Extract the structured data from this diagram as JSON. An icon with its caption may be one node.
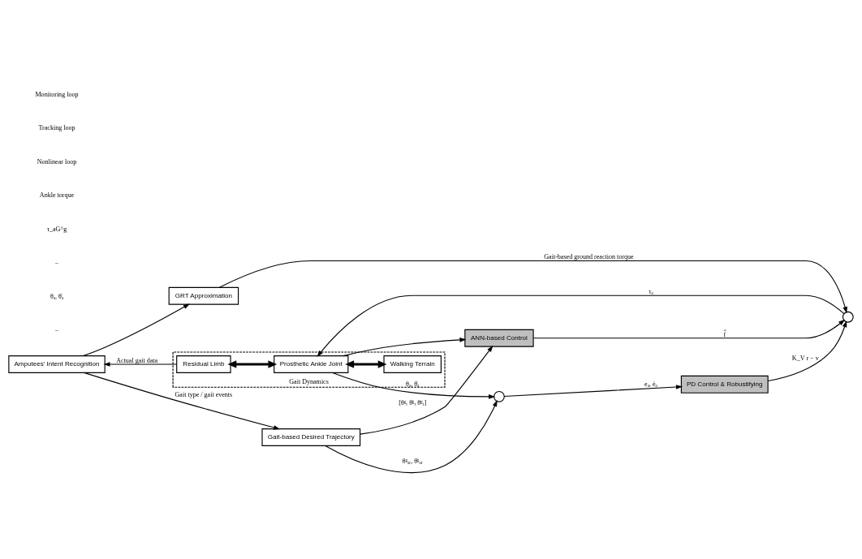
{
  "diagram": {
    "nodes": [
      {
        "text": [
          "GRT Approximation"
        ]
      },
      {
        "text": [
          "Gait-based Desired Trajectory"
        ]
      },
      {
        "text": [],
        "shape": "circle"
      },
      {
        "text": [
          "PD Control & Robustifying"
        ]
      },
      {
        "text": [],
        "shape": "circle"
      },
      {
        "text": [
          "Gait Dynamics"
        ]
      },
      {
        "text": [
          "Residual Limb"
        ],
        "in": 5
      },
      {
        "text": [
          "Prosthetic Ankle Joint"
        ],
        "in": 5
      },
      {
        "text": [
          "Walking Terrain"
        ],
        "in": 5
      },
      {
        "text": [
          "ANN-based Control"
        ]
      },
      {
        "text": [
          "Amputees’ Intent Recognition"
        ]
      }
    ],
    "edges": [
      {
        "from": 10,
        "to": 0,
        "arrow": "to"
      },
      {
        "from": 10,
        "to": 1,
        "arrow": "to",
        "label": "Gait type / gait events"
      },
      {
        "from": 1,
        "to": 2,
        "arrow": "to",
        "label": "θᵍₐᵣ, θ̇ᵍₐᵣ"
      },
      {
        "from": 2,
        "to": 3,
        "arrow": "to",
        "label": "eₐ, ėₐ"
      },
      {
        "from": 3,
        "to": 4,
        "arrow": "to",
        "label": "K_V r − v"
      },
      {
        "from": 0,
        "to": 4,
        "arrow": "to",
        "label": "Gait-based ground reaction torque"
      },
      {
        "from": 4,
        "to": 7,
        "arrow": "to",
        "label": "τₐ"
      },
      {
        "from": 6,
        "to": 7,
        "arrow": "both",
        "style": "thick"
      },
      {
        "from": 7,
        "to": 8,
        "arrow": "both",
        "style": "thick"
      },
      {
        "from": 6,
        "to": 10,
        "arrow": "to",
        "label": "Actual gait data"
      },
      {
        "from": 7,
        "to": 9,
        "arrow": "to"
      },
      {
        "from": 7,
        "to": 2,
        "arrow": "to",
        "label": "θₐ, θ̇ₐ"
      },
      {
        "from": 9,
        "to": 4,
        "arrow": "to",
        "label": "f̂"
      },
      {
        "from": 1,
        "to": 9,
        "arrow": "to",
        "label": "[θᵍᵣ θ̇ᵍᵣ θ̈ᵍᵣ]"
      }
    ],
    "labels": [
      "−",
      "θₐ, θ̇ₐ",
      "−",
      "τ_aG^g",
      "Ankle torque",
      "Nonlinear loop",
      "Tracking loop",
      "Monitoring loop"
    ]
  }
}
